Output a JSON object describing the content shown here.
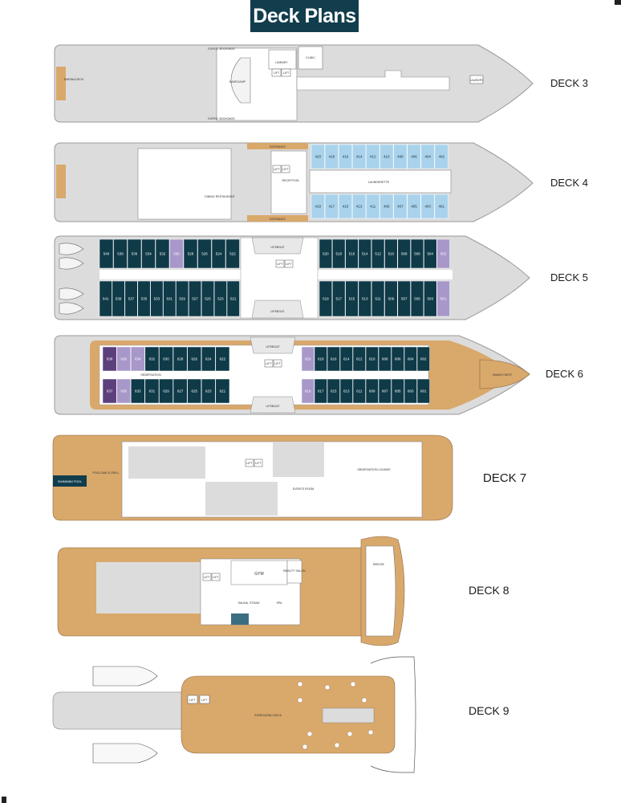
{
  "title": "Deck Plans",
  "colors": {
    "navy": "#123d4d",
    "cabin_navy": "#0f3a48",
    "cabin_purple": "#a897c9",
    "cabin_dark_purple": "#5c3f7d",
    "cabin_light": "#a9d3ec",
    "hull_grey": "#dcdcdc",
    "deck_tan": "#d9a86b",
    "interior_white": "#ffffff"
  },
  "decks": [
    {
      "label": "DECK 3",
      "rooms": {
        "marina_deck": "MARINA DECK",
        "library": "LIBRARY",
        "clinic": "CLINIC",
        "basecamp": "BASECAMP",
        "laundry": "LAUNDRY",
        "lift_1": "LIFT",
        "lift_2": "LIFT",
        "expedition_1": "EXPED. BOOKINGS",
        "expedition_2": "EXPED. BOOKINGS"
      }
    },
    {
      "label": "DECK 4",
      "rooms": {
        "entrance_top": "ENTRANCE",
        "entrance_bottom": "ENTRANCE",
        "reception": "RECEPTION",
        "launderette": "LAUNDERETTE",
        "restaurant": "DINING RESTAURANT",
        "lift_1": "LIFT",
        "lift_2": "LIFT"
      },
      "cabins_top": [
        "420",
        "418",
        "416",
        "414",
        "412",
        "410",
        "408",
        "406",
        "404",
        "402"
      ],
      "cabins_bottom": [
        "419",
        "417",
        "415",
        "413",
        "411",
        "409",
        "407",
        "405",
        "403",
        "401"
      ]
    },
    {
      "label": "DECK 5",
      "rooms": {
        "lifeboat_top": "LIFEBOAT",
        "lifeboat_bottom": "LIFEBOAT",
        "lift_1": "LIFT",
        "lift_2": "LIFT"
      },
      "cabins_top_aft": [
        "540",
        "538",
        "536",
        "534",
        "532",
        "530",
        "528",
        "526",
        "524",
        "522"
      ],
      "cabins_top_fwd": [
        "520",
        "518",
        "516",
        "514",
        "512",
        "510",
        "508",
        "506",
        "504",
        "502"
      ],
      "cabins_bottom_aft": [
        "541",
        "539",
        "537",
        "535",
        "533",
        "531",
        "529",
        "527",
        "525",
        "523",
        "521"
      ],
      "cabins_bottom_fwd": [
        "519",
        "517",
        "515",
        "513",
        "511",
        "509",
        "507",
        "505",
        "503",
        "501"
      ]
    },
    {
      "label": "DECK 6",
      "rooms": {
        "lifeboat_top": "LIFEBOAT",
        "lifeboat_bottom": "LIFEBOAT",
        "observation": "OBSERVATION",
        "swans_nest": "SWAN'S NEST",
        "lift_1": "LIFT",
        "lift_2": "LIFT"
      },
      "cabins_top_aft": [
        "638",
        "636",
        "634",
        "632",
        "630",
        "628",
        "626",
        "624",
        "622"
      ],
      "cabins_top_fwd": [
        "620",
        "618",
        "616",
        "614",
        "612",
        "610",
        "608",
        "606",
        "604",
        "602"
      ],
      "cabins_bottom_aft": [
        "637",
        "635",
        "633",
        "631",
        "629",
        "627",
        "625",
        "623",
        "621"
      ],
      "cabins_bottom_fwd": [
        "619",
        "617",
        "615",
        "613",
        "611",
        "609",
        "607",
        "605",
        "603",
        "601"
      ]
    },
    {
      "label": "DECK 7",
      "rooms": {
        "swimming_pool": "SWIMMING POOL",
        "pool_bar": "POOL BAR & GRILL",
        "observation_lounge": "OBSERVATION LOUNGE",
        "events_room": "EVENTS ROOM",
        "lift_1": "LIFT",
        "lift_2": "LIFT"
      }
    },
    {
      "label": "DECK 8",
      "rooms": {
        "gym": "GYM",
        "beauty_salon": "BEAUTY SALON",
        "sauna_steam": "SAUNA, STEAM",
        "spa": "SPA",
        "bridge": "BRIDGE",
        "lift_1": "LIFT",
        "lift_2": "LIFT"
      }
    },
    {
      "label": "DECK 9",
      "rooms": {
        "stargazing_deck": "STARGAZING DECK",
        "lift_1": "LIFT",
        "lift_2": "LIFT"
      }
    }
  ]
}
